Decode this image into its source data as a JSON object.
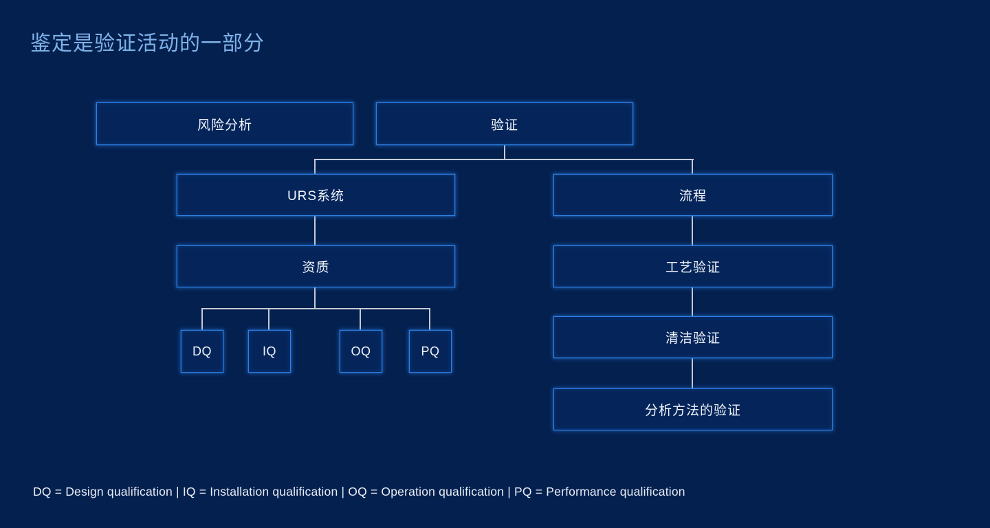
{
  "slide": {
    "title": "鉴定是验证活动的一部分",
    "legend": "DQ = Design qualification | IQ = Installation qualification | OQ = Operation qualification | PQ = Performance qualification",
    "background_color": "#04204f",
    "accent_color": "#2e7fe0",
    "title_color": "#7fb2e8",
    "text_color": "#f0f4fa",
    "connector_color": "#c3ccd6"
  },
  "diagram": {
    "type": "tree",
    "nodes": {
      "risk_analysis": "风险分析",
      "validation": "验证",
      "urs_system": "URS系统",
      "process": "流程",
      "qualification": "资质",
      "process_validation": "工艺验证",
      "cleaning_validation": "清洁验证",
      "analytical_method_validation": "分析方法的验证",
      "dq": "DQ",
      "iq": "IQ",
      "oq": "OQ",
      "pq": "PQ"
    }
  }
}
